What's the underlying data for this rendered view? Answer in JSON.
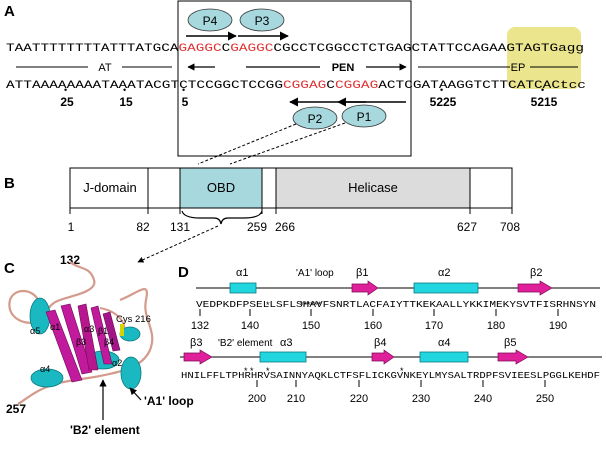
{
  "panel_a": {
    "letter": "A",
    "top_strand": [
      {
        "text": "TAATTTTTTTTATTTATGCA",
        "color": "#000000"
      },
      {
        "text": "GAGGC",
        "color": "#e03030"
      },
      {
        "text": "C",
        "color": "#000000"
      },
      {
        "text": "GAGGC",
        "color": "#e03030"
      },
      {
        "text": "CGCCTCGGCCTCTGAGCTATTCCAG",
        "color": "#000000"
      },
      {
        "text": "AAGTAGTGa",
        "color": "#000000"
      },
      {
        "text": "gg",
        "color": "#000000"
      }
    ],
    "bottom_strand": [
      {
        "text": "ATTAAAAAAAATAAATACGTCTCCGGCTCCGG",
        "color": "#000000"
      },
      {
        "text": "CGGAG",
        "color": "#e03030"
      },
      {
        "text": "C",
        "color": "#000000"
      },
      {
        "text": "CGGAG",
        "color": "#e03030"
      },
      {
        "text": "ACTCGATAAGGTC",
        "color": "#000000"
      },
      {
        "text": "TTCATCACt",
        "color": "#000000"
      },
      {
        "text": "cc",
        "color": "#000000"
      }
    ],
    "regions": {
      "at": "AT",
      "pen": "PEN",
      "ep": "EP"
    },
    "positions": [
      "25",
      "15",
      "5",
      "5225",
      "5215"
    ],
    "pentamers": [
      "P4",
      "P3",
      "P2",
      "P1"
    ],
    "highlight_color": "#e8e07a",
    "ellipse_color": "#a6d8de"
  },
  "panel_b": {
    "letter": "B",
    "domains": [
      "J-domain",
      "OBD",
      "Helicase"
    ],
    "ticks": [
      "1",
      "82",
      "131",
      "259",
      "266",
      "627",
      "708"
    ],
    "obd_color": "#a6d8de",
    "helicase_color": "#dcdcdc"
  },
  "panel_c": {
    "letter": "C",
    "labels": [
      "132",
      "257",
      "Cys 216",
      "α5",
      "α1",
      "α3",
      "α2",
      "α4",
      "β1",
      "β3",
      "β4"
    ],
    "a1_loop": "'A1' loop",
    "b2_element": "'B2' element"
  },
  "panel_d": {
    "letter": "D",
    "row1": {
      "seq": "VEDPKDFPSELLSFLSHAVFSNRTLACFAIYTTKEKAALLYKKIMEKYSVTFISRHNSYN",
      "helices": [
        "α1",
        "α2"
      ],
      "strands": [
        "β1",
        "β2"
      ],
      "loop": "'A1' loop",
      "ticks": [
        "132",
        "140",
        "150",
        "160",
        "170",
        "180",
        "190"
      ]
    },
    "row2": {
      "seq": "HNILFFLTPHRHRVSAINNYAQKLCTFSFLICKGVNKEYLMYSALTRDPFSVIEESLPGGLKEHDF",
      "helices": [
        "α3",
        "α4"
      ],
      "strands": [
        "β3",
        "β4",
        "β5"
      ],
      "element": "'B2' element",
      "ticks": [
        "200",
        "210",
        "220",
        "230",
        "240",
        "250"
      ]
    },
    "helix_color": "#22d6e0",
    "strand_color": "#e0209a"
  }
}
